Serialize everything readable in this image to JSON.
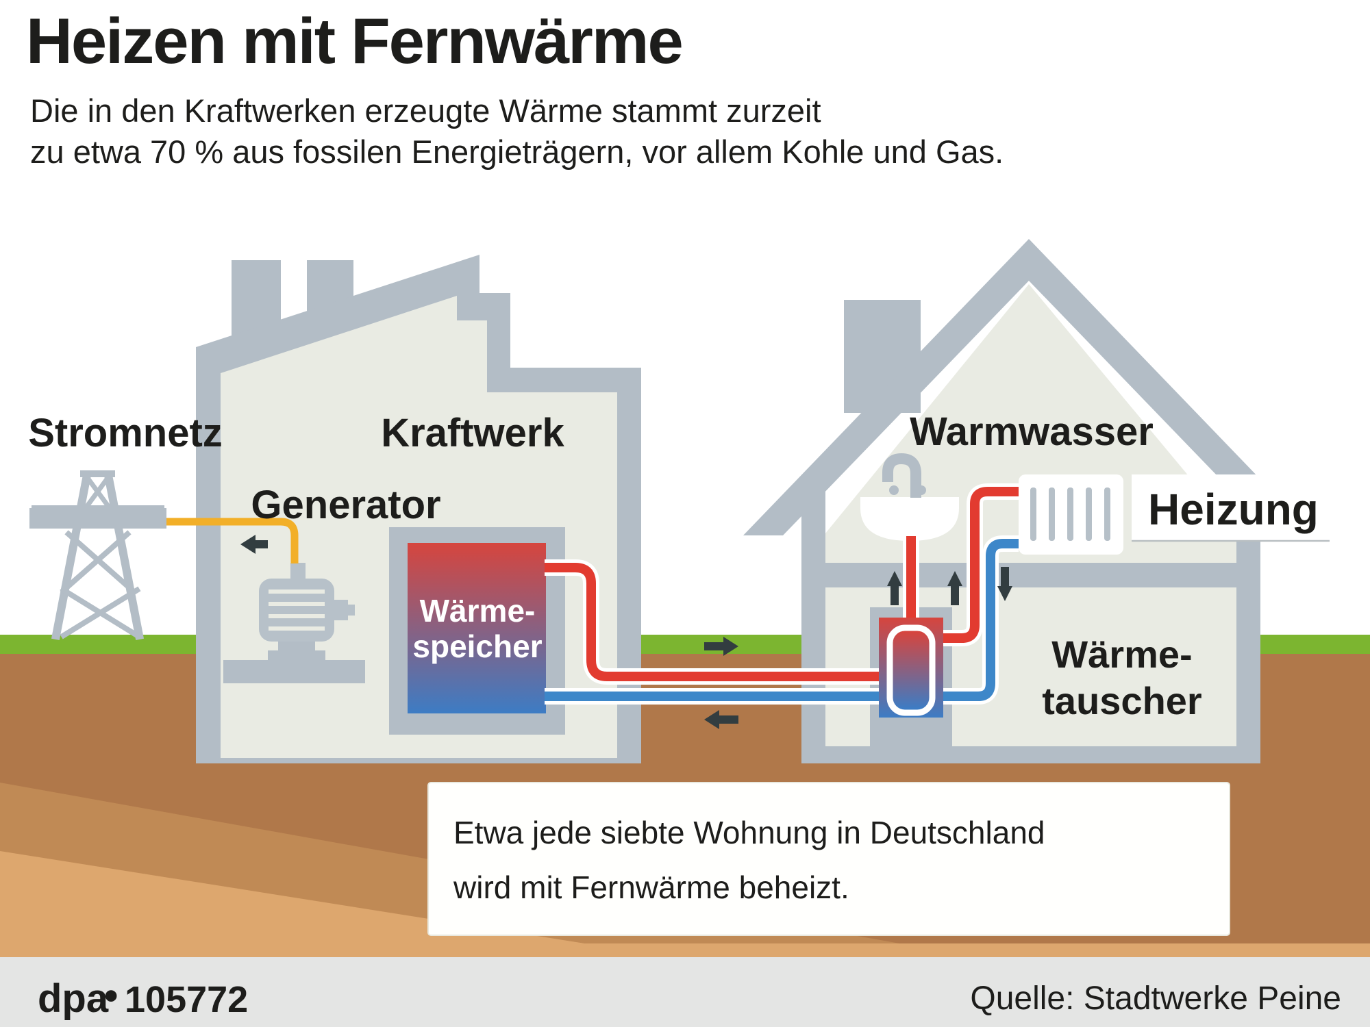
{
  "title": "Heizen mit Fernwärme",
  "subtitle": {
    "line1": "Die in den Kraftwerken erzeugte Wärme stammt zurzeit",
    "line2": "zu etwa 70 % aus fossilen Energieträgern, vor allem Kohle und Gas."
  },
  "diagram": {
    "labels": {
      "stromnetz": "Stromnetz",
      "kraftwerk": "Kraftwerk",
      "generator": "Generator",
      "warmwasser": "Warmwasser",
      "heizung": "Heizung",
      "waermespeicher_line1": "Wärme-",
      "waermespeicher_line2": "speicher",
      "waermetauscher_line1": "Wärme-",
      "waermetauscher_line2": "tauscher"
    },
    "colors": {
      "structure_gray": "#b3bdc6",
      "interior": "#e9ebe3",
      "machine_gray": "#b7c1c9",
      "slot_gray": "#b6c0c8",
      "grass": "#7cb530",
      "soil": "#b0784a",
      "soil_mid": "#c08a55",
      "soil_light": "#dda76e",
      "hot_pipe": "#e23b30",
      "cold_pipe": "#3d87c9",
      "power_cable": "#f2af28",
      "arrow": "#323d40",
      "tank_red": "#d6453e",
      "tank_blue": "#3d7cc4",
      "footer_bar": "#e4e5e4",
      "text": "#1d1d1b"
    }
  },
  "infobox": {
    "line1": "Etwa jede siebte Wohnung in Deutschland",
    "line2": "wird mit Fernwärme beheizt."
  },
  "footer": {
    "agency": "dpa",
    "bullet": "•",
    "graphic_id": "105772",
    "source": "Quelle: Stadtwerke Peine"
  }
}
